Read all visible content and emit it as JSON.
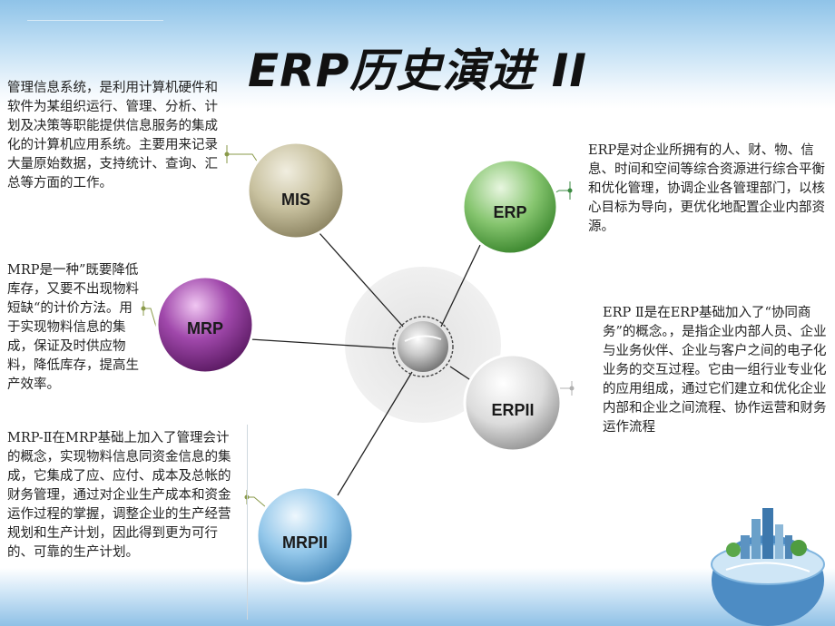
{
  "slide": {
    "title": "ERP历史演进 II"
  },
  "nodes": {
    "mis": {
      "label": "MIS",
      "color": "#c4bd9a"
    },
    "mrp": {
      "label": "MRP",
      "color": "#9b3fa4"
    },
    "mrpii": {
      "label": "MRPII",
      "color": "#8fc4e8"
    },
    "erp": {
      "label": "ERP",
      "color": "#7fc06a"
    },
    "erpii": {
      "label": "ERPII",
      "color": "#d8d8d8"
    }
  },
  "descriptions": {
    "mis": "管理信息系统，是利用计算机硬件和软件为某组织运行、管理、分析、计划及决策等职能提供信息服务的集成化的计算机应用系统。主要用来记录大量原始数据，支持统计、查询、汇总等方面的工作。",
    "mrp": "MRP是一种”既要降低库存，又要不出现物料短缺“的计价方法。用于实现物料信息的集成，保证及时供应物料，降低库存，提高生产效率。",
    "mrpii": "MRP-Ⅱ在MRP基础上加入了管理会计的概念，实现物料信息同资金信息的集成，它集成了应、应付、成本及总帐的财务管理，通过对企业生产成本和资金运作过程的掌握，调整企业的生产经营规划和生产计划，因此得到更为可行的、可靠的生产计划。",
    "erp": "ERP是对企业所拥有的人、财、物、信息、时间和空间等综合资源进行综合平衡和优化管理，协调企业各管理部门，以核心目标为导向，更优化地配置企业内部资源。",
    "erpii": "ERP Ⅱ是在ERP基础加入了“协同商务”的概念。，是指企业内部人员、企业与业务伙伴、企业与客户之间的电子化业务的交互过程。它由一组行业专业化的应用组成，通过它们建立和优化企业内部和企业之间流程、协作运营和财务运作流程"
  }
}
